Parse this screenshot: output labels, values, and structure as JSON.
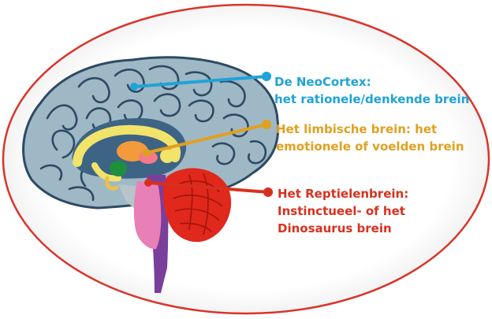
{
  "colors": {
    "neocortex": "#1fa3d8",
    "limbic": "#e0a020",
    "reptilian": "#d8301e",
    "ellipse_border": "#d9342a",
    "cortex_fill": "#9fb8c6",
    "cortex_gyri": "#2e4a63"
  },
  "labels": {
    "neocortex": {
      "line1": "De NeoCortex:",
      "line2": "het rationele/denkende brein"
    },
    "limbic": {
      "line1": "Het limbische brein: het",
      "line2": "emotionele of voelden brein"
    },
    "reptilian": {
      "line1": "Het Reptielenbrein:",
      "line2": "Instinctueel- of het",
      "line3": "Dinosaurus brein"
    }
  }
}
